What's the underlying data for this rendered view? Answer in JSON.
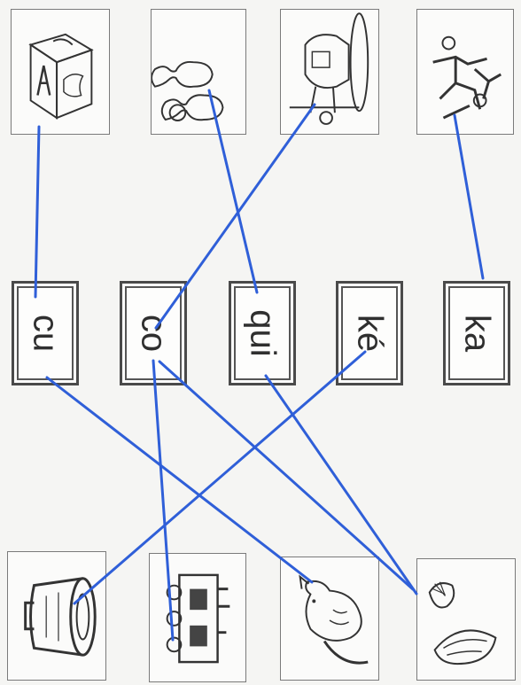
{
  "worksheet": {
    "words": [
      "cu",
      "co",
      "qui",
      "ké",
      "ka"
    ],
    "top_pictures": [
      "alphabet-block",
      "bowling-pins",
      "helicopter",
      "fighting-man"
    ],
    "bottom_pictures": [
      "cooking-pot",
      "train",
      "cat",
      "shells"
    ]
  },
  "colors": {
    "line": "#2f5fd8",
    "border": "#555555"
  },
  "answer_lines": [
    {
      "from": "alphabet-block",
      "to": "cu"
    },
    {
      "from": "bowling-pins",
      "to": "qui"
    },
    {
      "from": "helicopter",
      "to": "co"
    },
    {
      "from": "fighting-man",
      "to": "ka"
    },
    {
      "from": "cu",
      "to": "cat"
    },
    {
      "from": "co",
      "to": "train"
    },
    {
      "from": "co",
      "to": "shells"
    },
    {
      "from": "qui",
      "to": "shells"
    },
    {
      "from": "ké",
      "to": "cooking-pot"
    }
  ]
}
